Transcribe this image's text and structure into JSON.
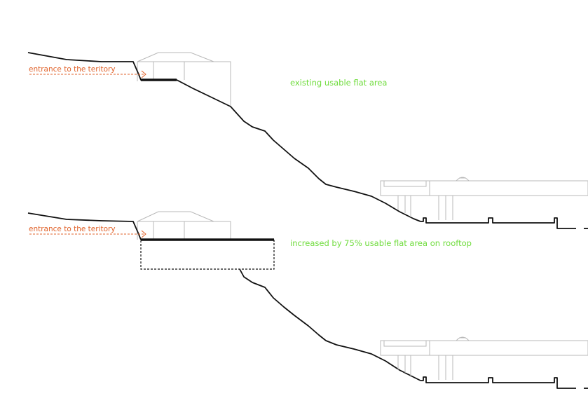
{
  "colors": {
    "terrain": "#111111",
    "building": "#b3b3b3",
    "entrance": "#e0622a",
    "note": "#6fdc3c"
  },
  "top_section": {
    "entrance_label": "entrance to the teritory",
    "note": "existing usable flat area"
  },
  "bottom_section": {
    "entrance_label": "entrance to the teritory",
    "note": "increased by 75% usable flat area on rooftop"
  }
}
